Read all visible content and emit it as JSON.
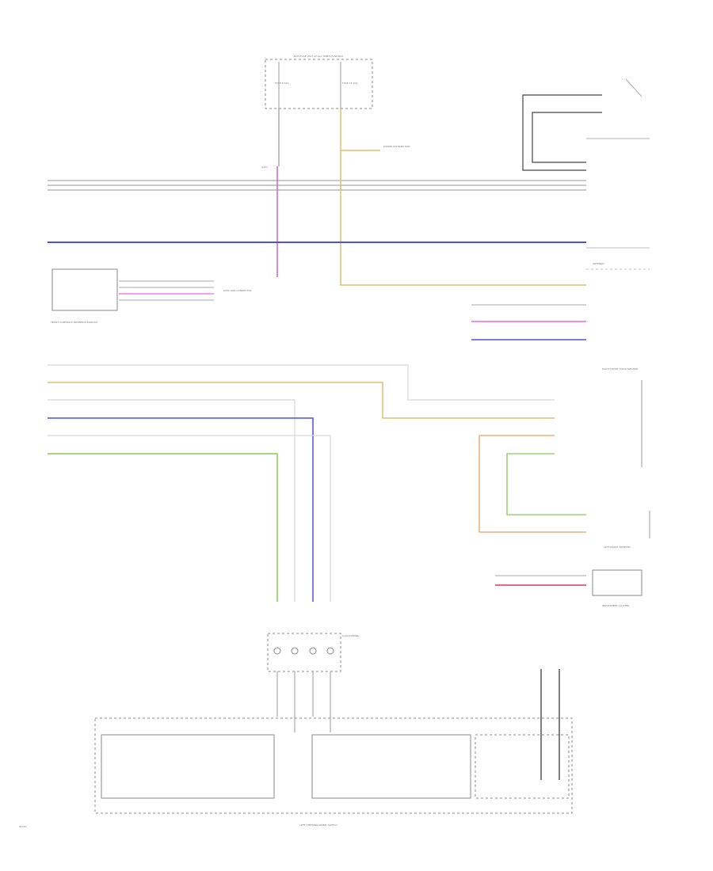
{
  "labels": {
    "fuse_box": "BATT FUSE (HOT AT ALL TIMES) FUSE BOX",
    "fuse_a": "FUSE 8 10A",
    "fuse_b": "FUSE 14 10A",
    "power_dist": "POWER DISTRIBUTION",
    "ground_s": "G201",
    "front_controls": "FRONT CONTROLS INTERFACE MODULE",
    "data_link": "DATA LINK CONNECTOR",
    "clockspring": "CLOCKSPRING",
    "left_switch": "LEFT STEERING WHEEL SWITCH",
    "front_speaker": "RIGHT FRONT DOOR SPEAKER",
    "tweeter": "LEFT FRONT TWEETER",
    "instrument": "INSTRUMENT CLUSTER",
    "antenna": "ANTENNA",
    "page_code": "6F730"
  },
  "colors": {
    "gray": "#b8b8b8",
    "dark": "#555555",
    "violet": "#cc66cc",
    "yellow": "#d8c070",
    "blue": "#5050dd",
    "pink": "#ee66ee",
    "red": "#ee3355",
    "green": "#88cc55",
    "orange": "#e8a060"
  }
}
